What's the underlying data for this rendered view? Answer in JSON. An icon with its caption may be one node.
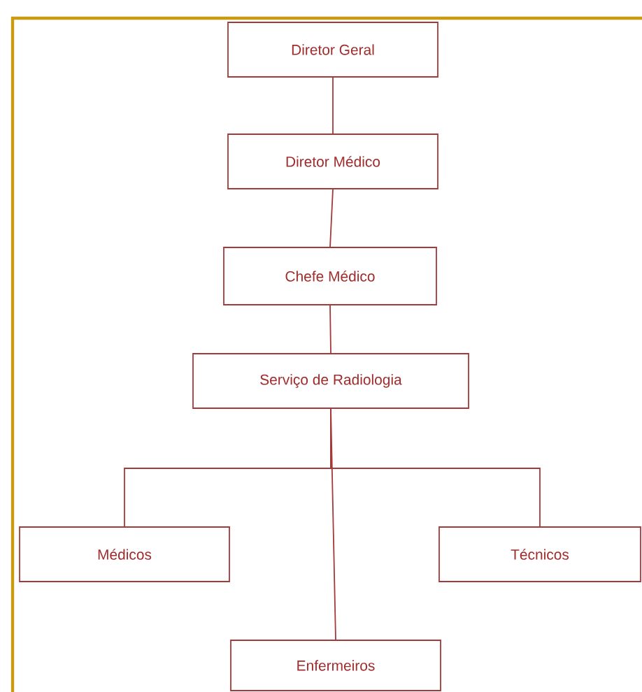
{
  "diagram": {
    "nodes": [
      {
        "text": [
          "Diretor Geral"
        ]
      },
      {
        "text": [
          "Diretor Médico"
        ]
      },
      {
        "text": [
          "Chefe Médico"
        ]
      },
      {
        "text": [
          "Serviço de Radiologia"
        ]
      },
      {
        "text": [
          "Médicos"
        ]
      },
      {
        "text": [
          "Técnicos"
        ]
      },
      {
        "text": [
          "Enfermeiros"
        ]
      }
    ],
    "edges": [
      {
        "from": 0,
        "to": 1,
        "arrow": "none"
      },
      {
        "from": 1,
        "to": 2,
        "arrow": "none"
      },
      {
        "from": 2,
        "to": 3,
        "arrow": "none"
      },
      {
        "from": 3,
        "to": 4,
        "arrow": "none"
      },
      {
        "from": 3,
        "to": 5,
        "arrow": "none"
      },
      {
        "from": 3,
        "to": 6,
        "arrow": "none"
      }
    ]
  }
}
